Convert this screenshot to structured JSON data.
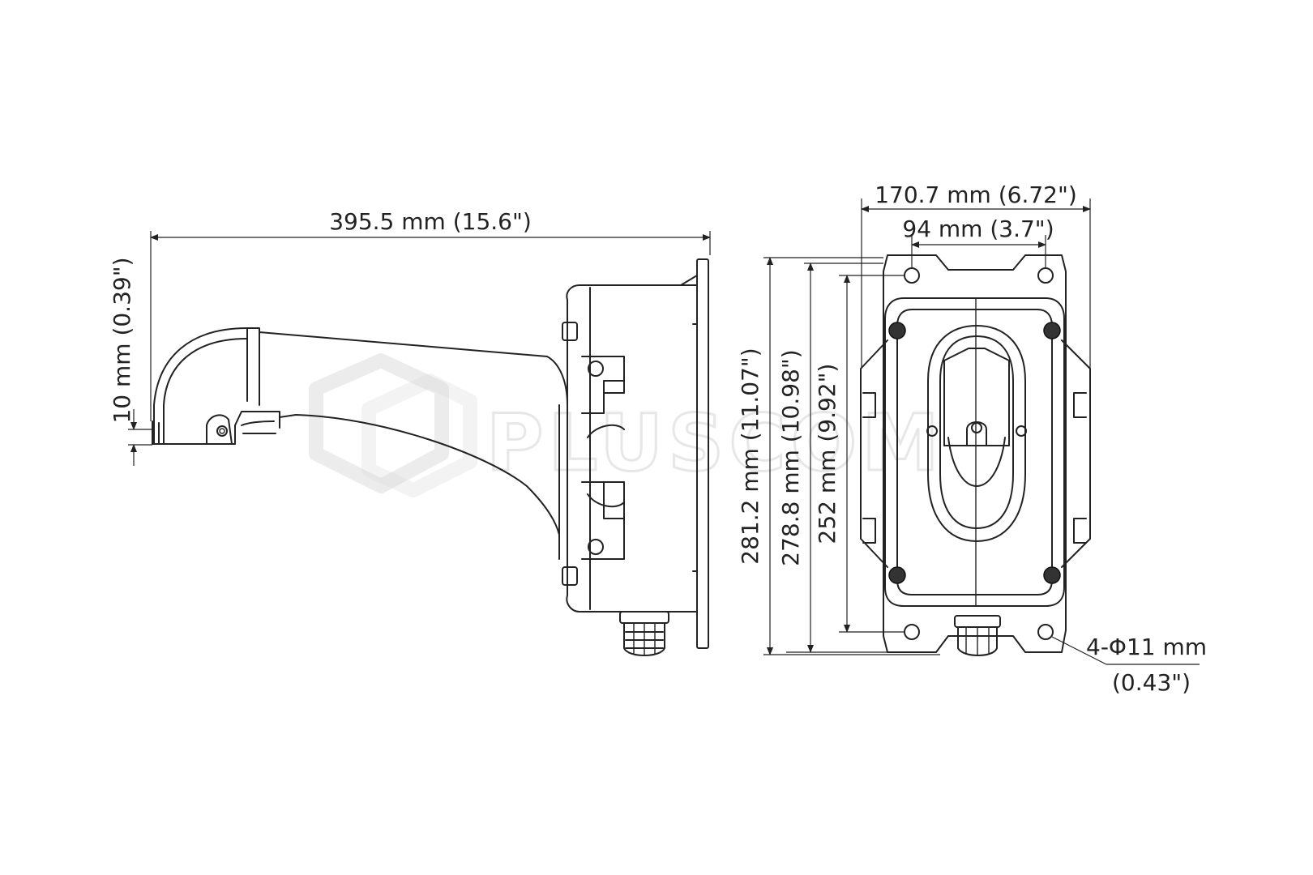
{
  "watermark": {
    "text": "PLUSCOM"
  },
  "side_view": {
    "length_label": "395.5 mm (15.6\")",
    "lip_height_label": "10 mm (0.39\")"
  },
  "front_view": {
    "outer_width_label": "170.7 mm (6.72\")",
    "hole_spacing_width_label": "94 mm (3.7\")",
    "overall_height_label": "281.2 mm (11.07\")",
    "body_height_label": "278.8 mm (10.98\")",
    "hole_spacing_height_label": "252 mm (9.92\")",
    "hole_diameter_label": "4-Φ11 mm",
    "hole_diameter_inch_label": "(0.43\")"
  }
}
